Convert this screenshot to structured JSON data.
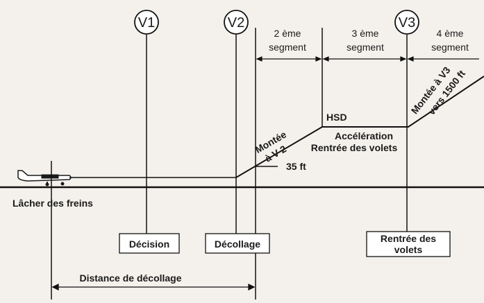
{
  "speeds": {
    "v1": "V1",
    "v2": "V2",
    "v3": "V3"
  },
  "segments": {
    "s2": [
      "2 ème",
      "segment"
    ],
    "s3": [
      "3 ème",
      "segment"
    ],
    "s4": [
      "4 ème",
      "segment"
    ]
  },
  "phases": {
    "climb_v2": [
      "Montée",
      "à V 2"
    ],
    "height_35": "35 ft",
    "hsd": "HSD",
    "acceleration": "Accélération",
    "flaps_retract": "Rentrée des volets",
    "climb_v3": [
      "Montée à V3",
      "vers 1500 ft"
    ]
  },
  "ground": {
    "brake_release": "Lâcher des freins",
    "decision": "Décision",
    "takeoff": "Décollage",
    "flaps": [
      "Rentrée des",
      "volets"
    ],
    "takeoff_distance": "Distance de décollage"
  }
}
